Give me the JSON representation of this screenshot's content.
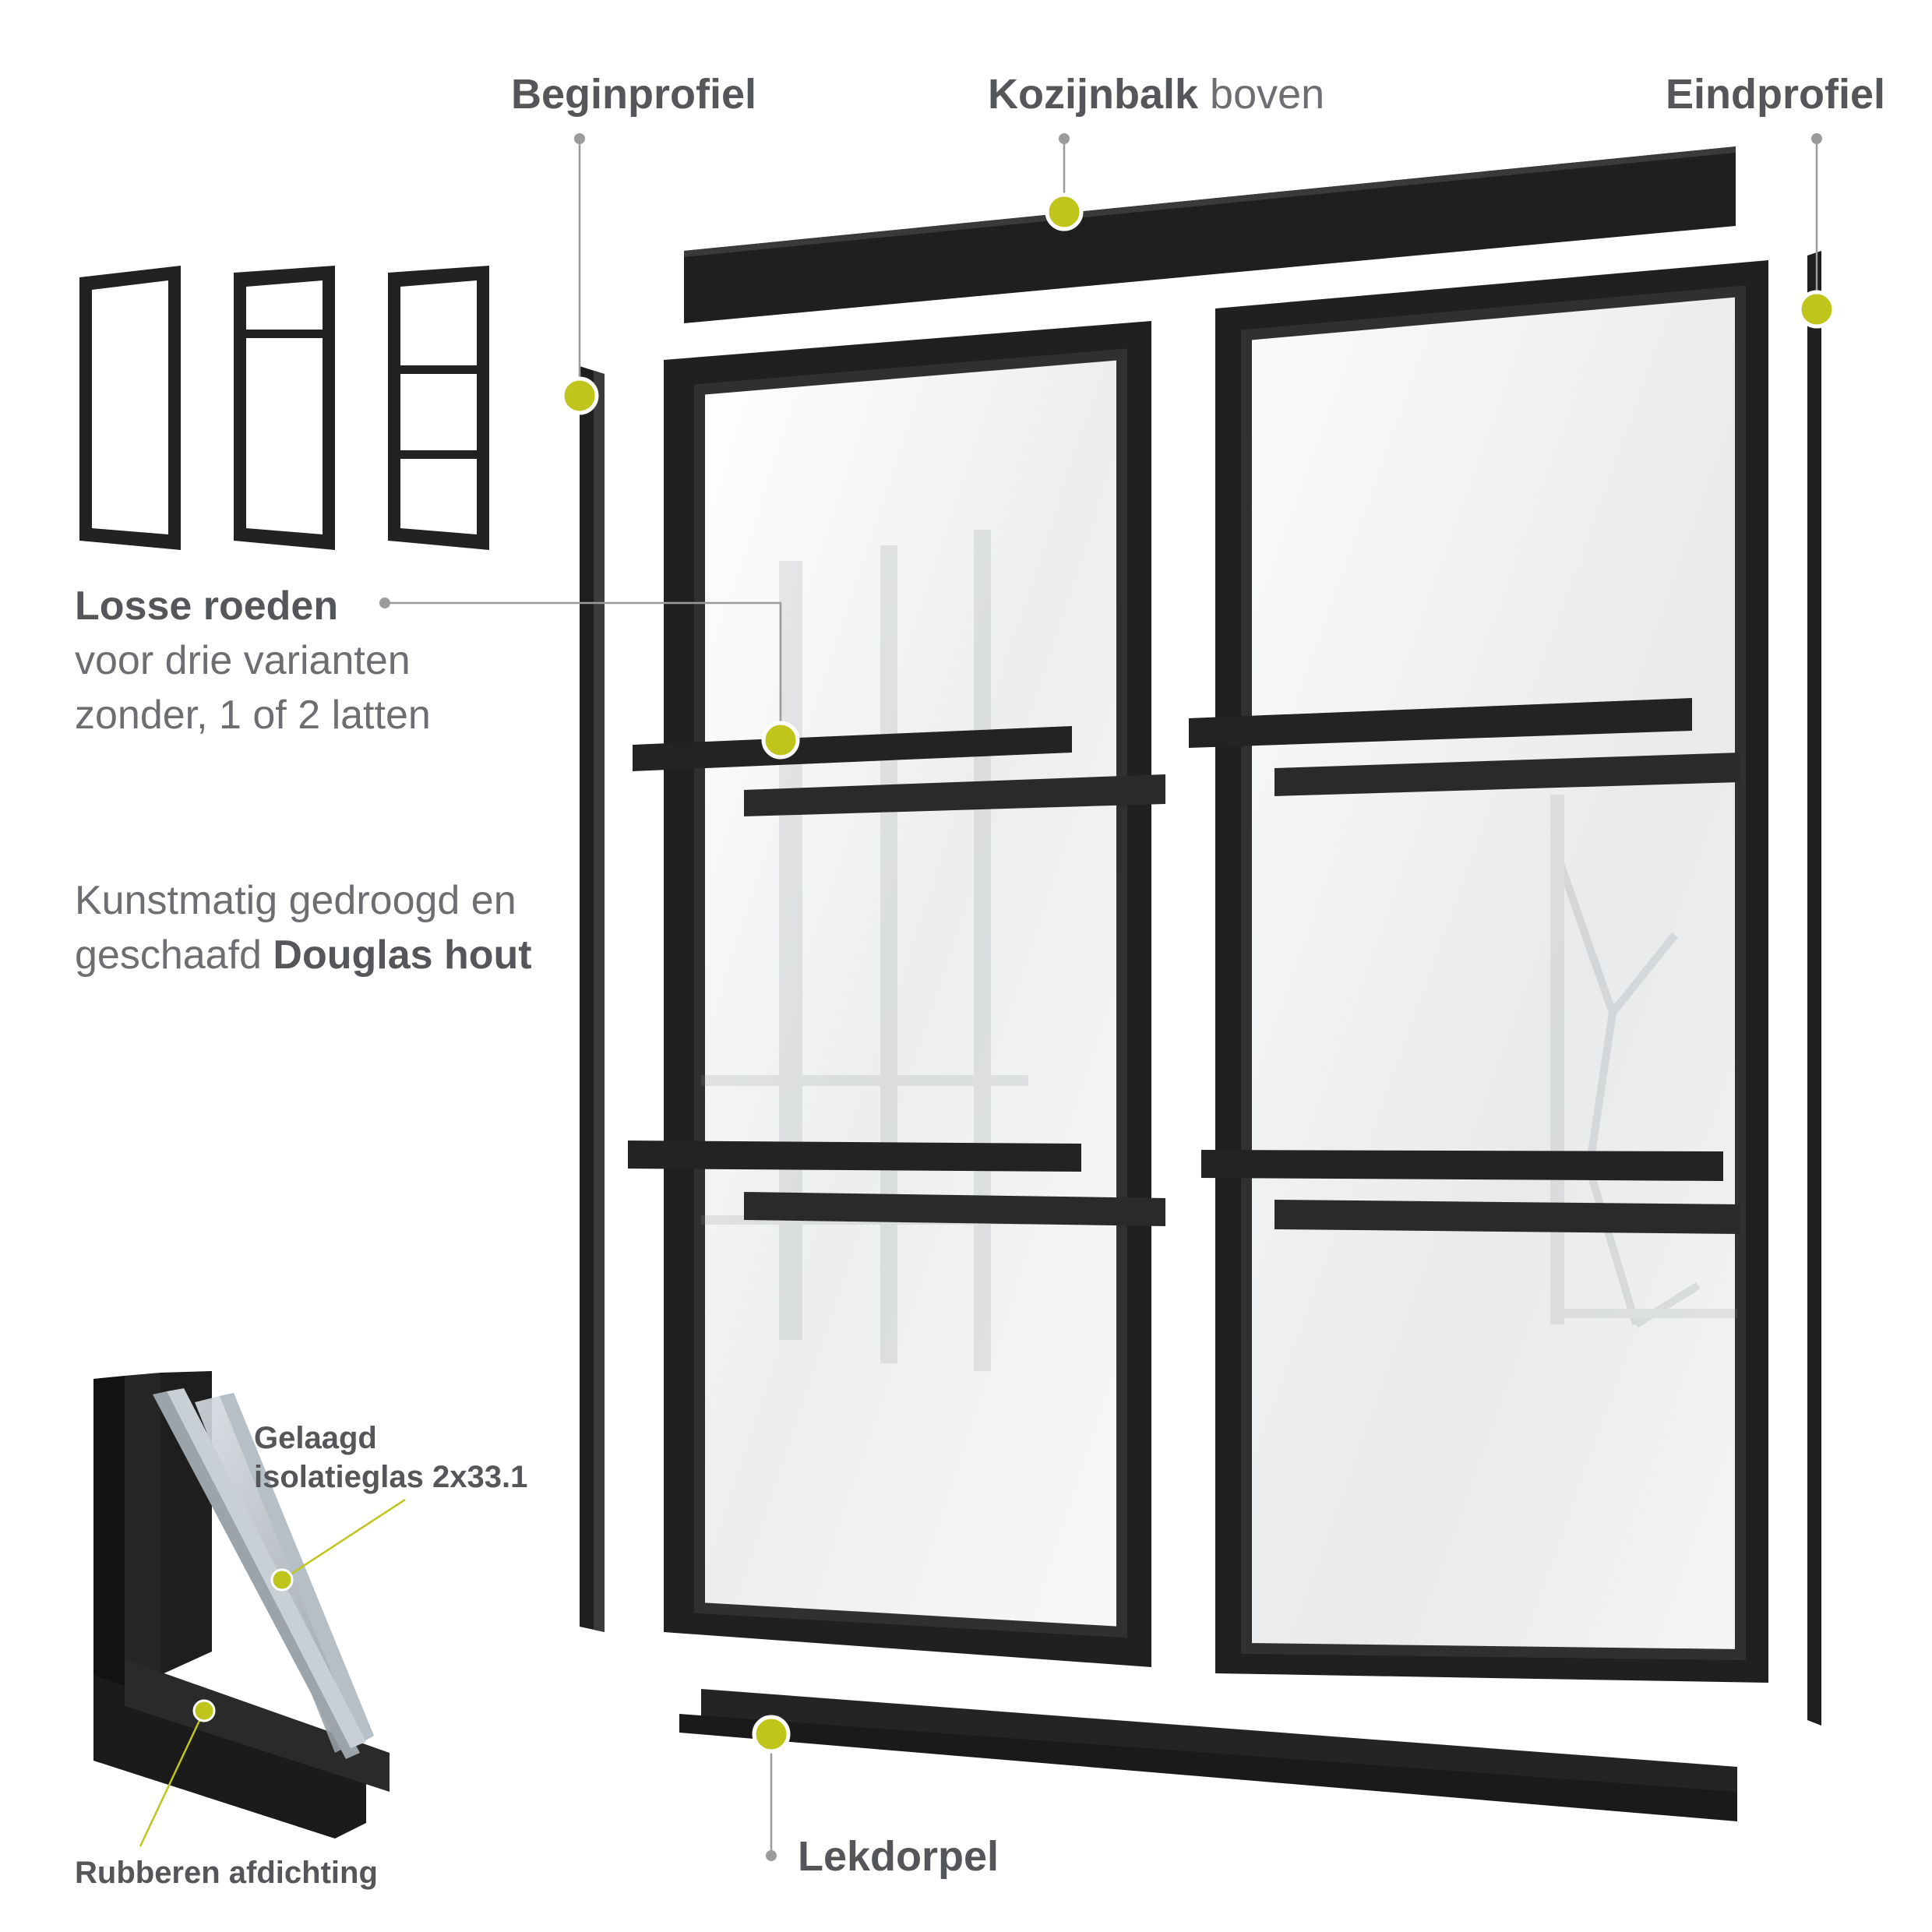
{
  "labels": {
    "beginprofiel": "Beginprofiel",
    "kozijnbalk_bold": "Kozijnbalk",
    "kozijnbalk_light": "boven",
    "eindprofiel": "Eindprofiel",
    "losse_roeden_title": "Losse roeden",
    "losse_roeden_line1": "voor drie varianten",
    "losse_roeden_line2": "zonder, 1 of 2 latten",
    "hout_line1": "Kunstmatig gedroogd en",
    "hout_line2_light": "geschaafd",
    "hout_line2_bold": "Douglas hout",
    "glas_line1": "Gelaagd",
    "glas_line2": "isolatieglas 2x33.1",
    "rubber": "Rubberen afdichting",
    "lekdorpel": "Lekdorpel"
  },
  "colors": {
    "accent": "#bfc51b",
    "frame": "#232323",
    "text": "#58595b",
    "glass": "#f2f3f4"
  },
  "variants": [
    "zonder latten",
    "1 lat",
    "2 latten"
  ]
}
